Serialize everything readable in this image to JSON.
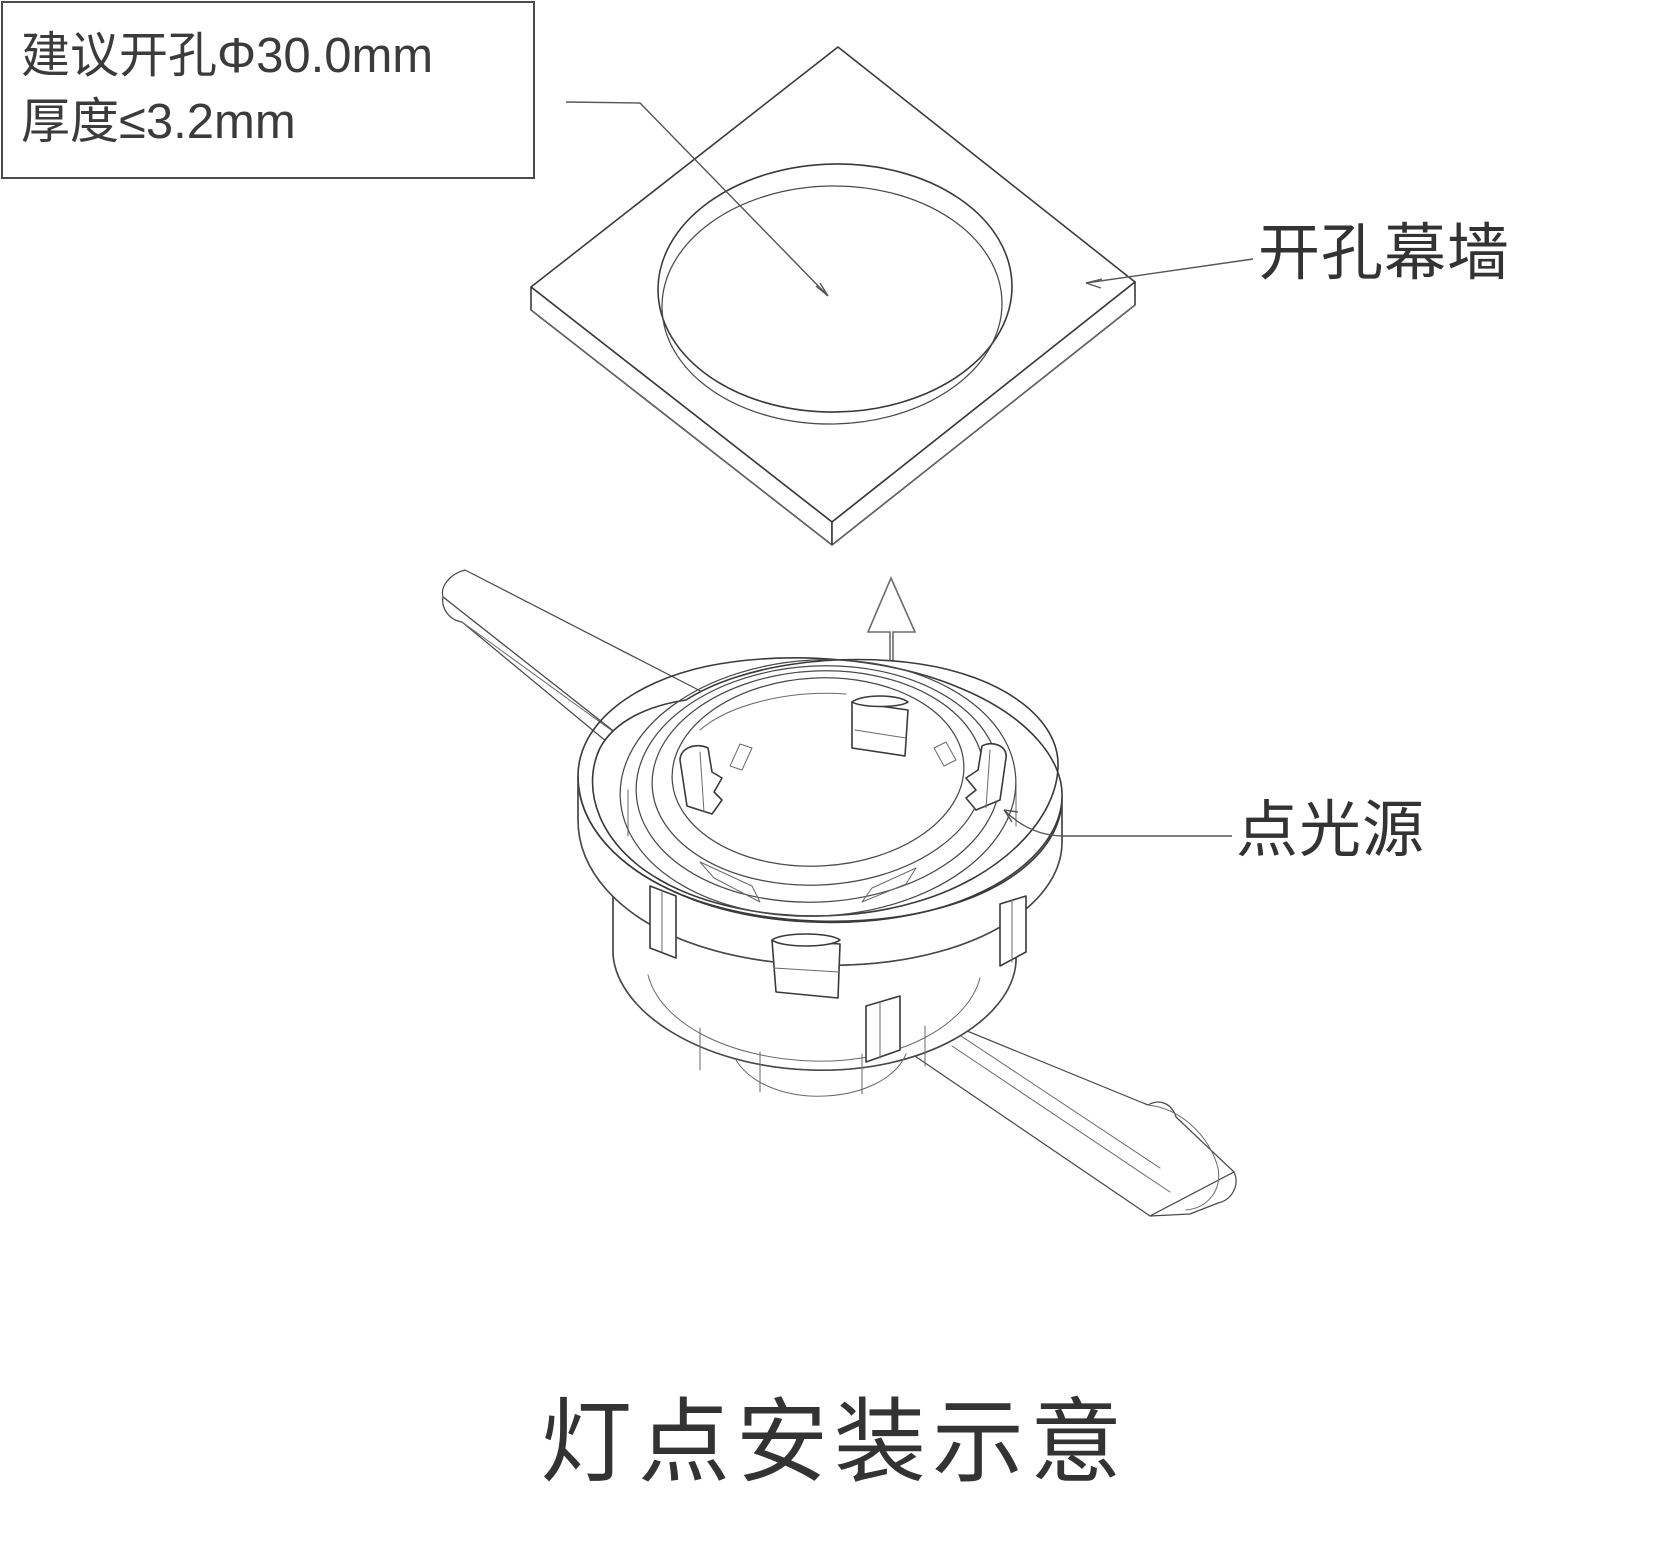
{
  "figure": {
    "title": "灯点安装示意",
    "type": "isometric-exploded-assembly-drawing",
    "line_color": "#3a3a3a",
    "background_color": "#ffffff",
    "text_color": "#333333"
  },
  "callout": {
    "border_color": "#4c4c4c",
    "line1": "建议开孔Φ30.0mm",
    "line2": "厚度≤3.2mm",
    "points_to": "mounting-hole-in-curtain-wall"
  },
  "labels": {
    "curtain_wall": "开孔幕墙",
    "point_light": "点光源"
  },
  "parts": [
    {
      "name": "curtain-wall-panel",
      "label": "开孔幕墙",
      "description": "正方形幕墙板，中间开圆孔",
      "hole_diameter_mm": 30.0,
      "max_thickness_mm": 3.2
    },
    {
      "name": "point-light-source",
      "label": "点光源",
      "description": "圆角方形法兰、圆形透镜、四个弹性卡扣、两侧扁平线缆"
    }
  ],
  "annotations": {
    "assembly_arrow": "up-arrow",
    "assembly_direction": "点光源自下向上插入开孔幕墙"
  },
  "dimensions": {
    "hole_diameter": "Φ30.0mm",
    "wall_thickness": "≤3.2mm"
  }
}
